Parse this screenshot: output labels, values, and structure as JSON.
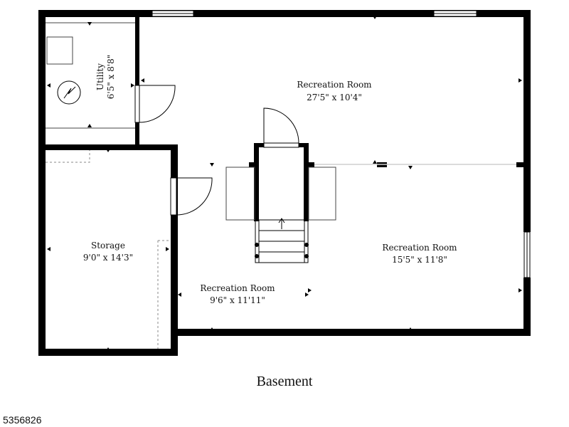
{
  "floor_title": "Basement",
  "listing_id": "5356826",
  "rooms": [
    {
      "key": "utility",
      "name": "Utility",
      "dims": "6'5\" x 8'8\""
    },
    {
      "key": "rec_top",
      "name": "Recreation Room",
      "dims": "27'5\" x 10'4\""
    },
    {
      "key": "storage",
      "name": "Storage",
      "dims": "9'0\" x 14'3\""
    },
    {
      "key": "rec_mid",
      "name": "Recreation Room",
      "dims": "9'6\" x 11'11\""
    },
    {
      "key": "rec_right",
      "name": "Recreation Room",
      "dims": "15'5\" x 11'8\""
    }
  ],
  "icons": {
    "water_heater": "water-heater-icon",
    "stairs_arrow": "stairs-up-arrow-icon"
  },
  "colors": {
    "wall": "#000000",
    "fixture_line": "#444444",
    "dashed": "#888888"
  }
}
